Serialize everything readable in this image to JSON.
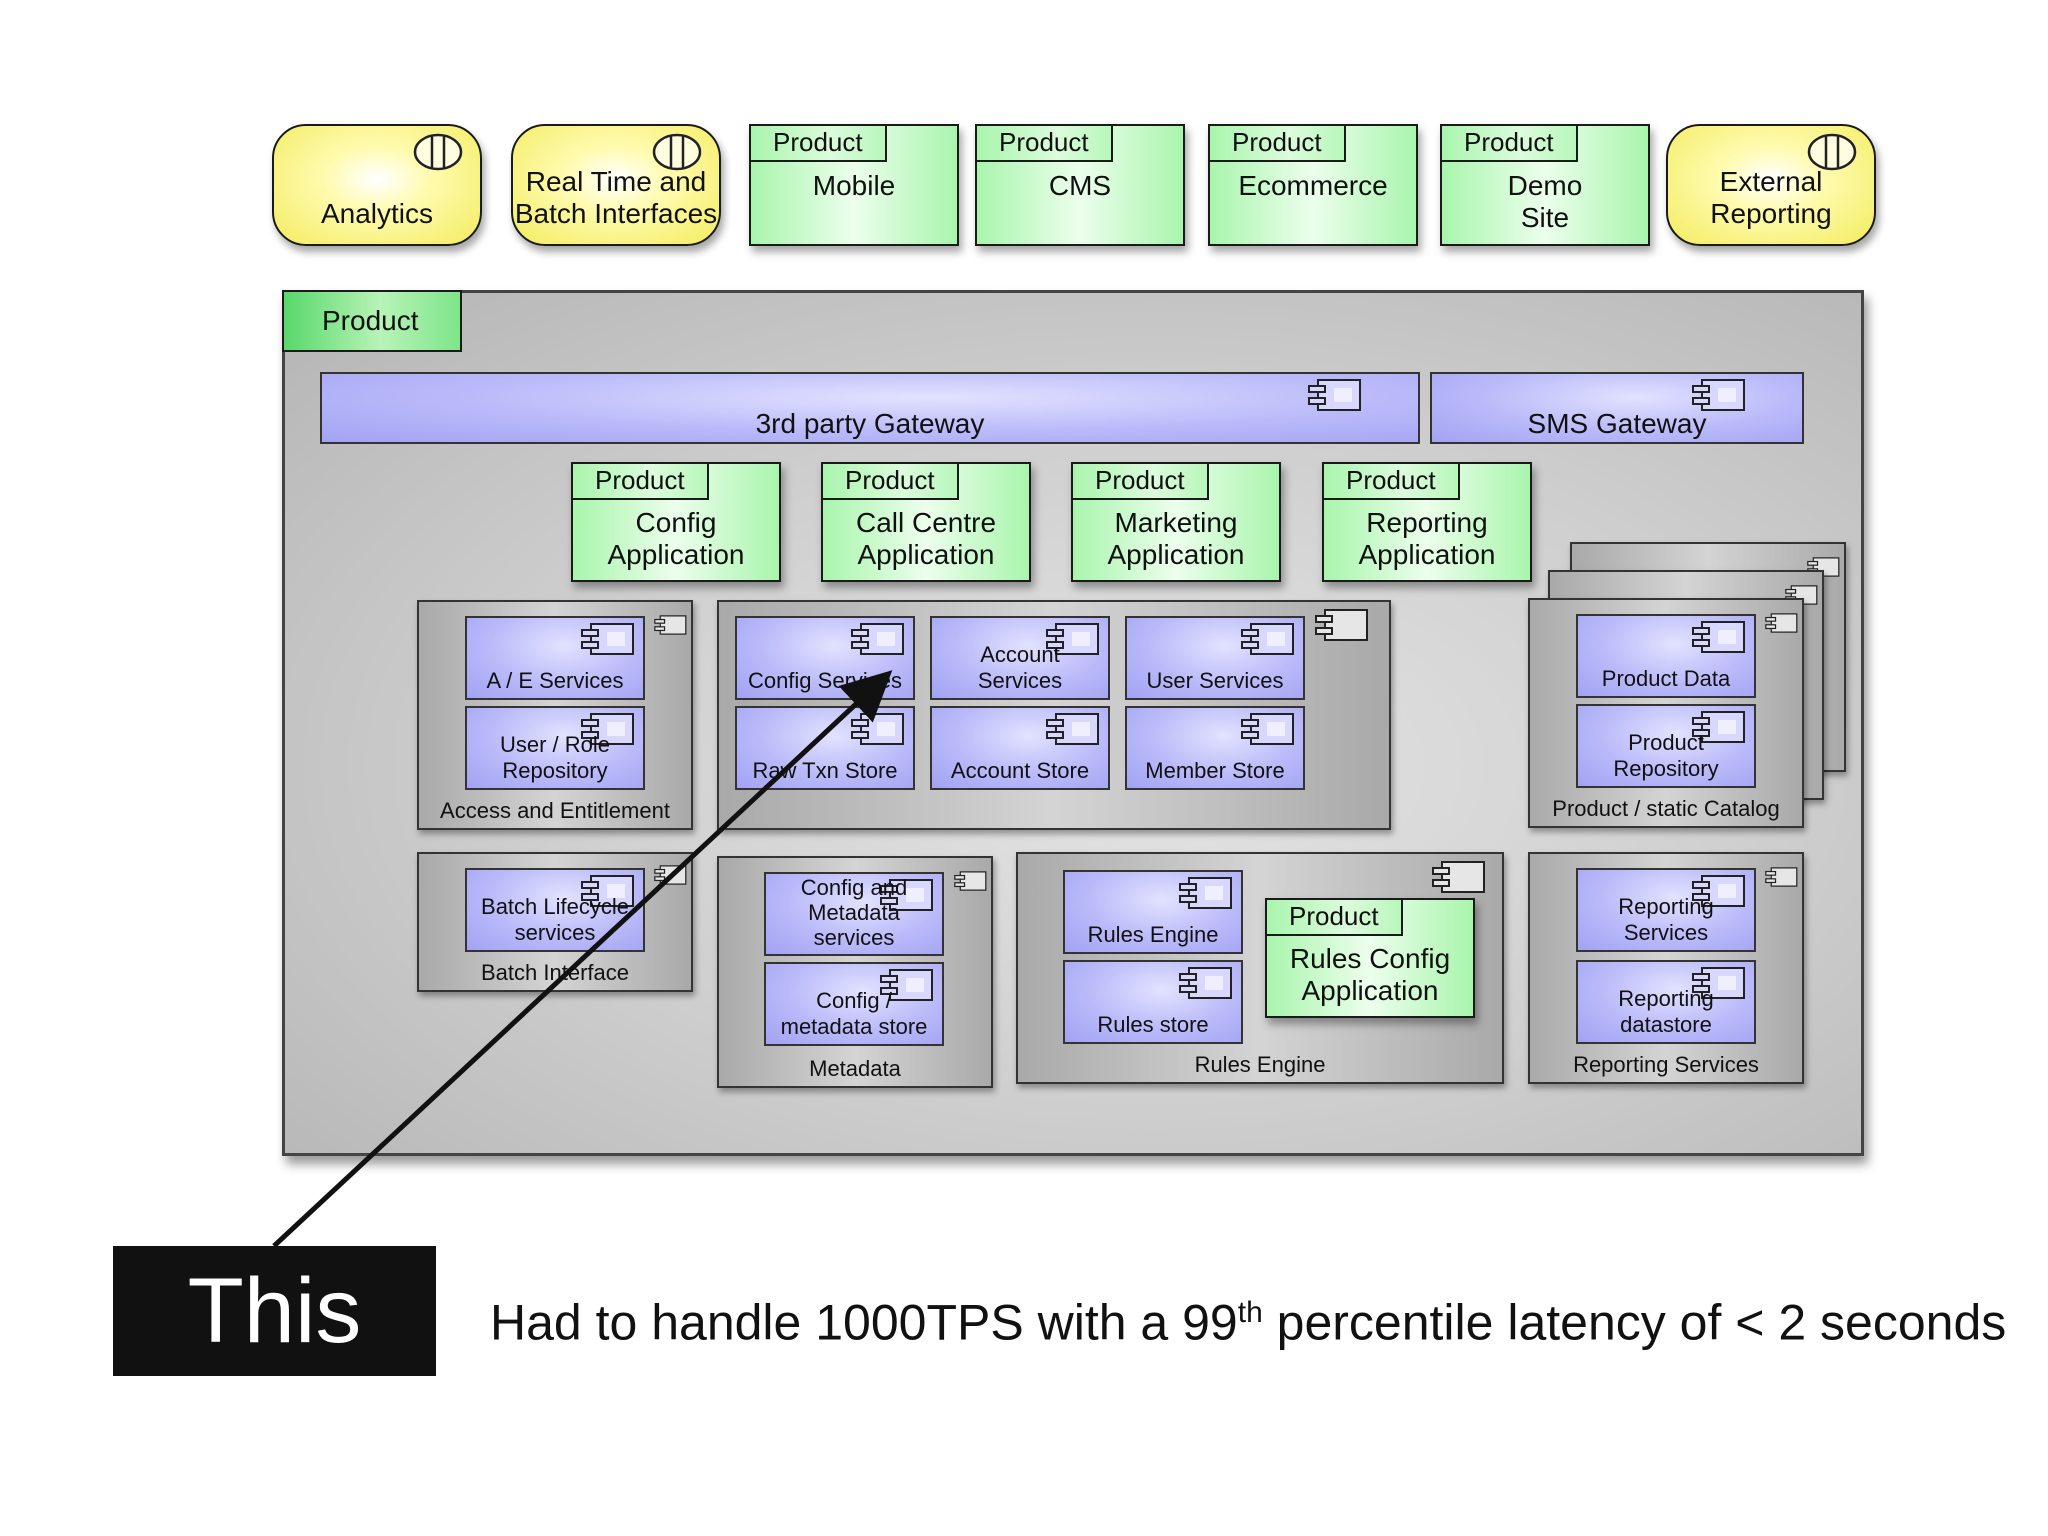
{
  "external_systems": {
    "analytics": "Analytics",
    "realtime_1": "Real Time and",
    "realtime_2": "Batch Interfaces",
    "reporting_1": "External",
    "reporting_2": "Reporting"
  },
  "top_packages": [
    {
      "tab": "Product",
      "lines": [
        "Mobile"
      ]
    },
    {
      "tab": "Product",
      "lines": [
        "CMS"
      ]
    },
    {
      "tab": "Product",
      "lines": [
        "Ecommerce"
      ]
    },
    {
      "tab": "Product",
      "lines": [
        "Demo",
        "Site"
      ]
    }
  ],
  "main_container": {
    "tab": "Product"
  },
  "gateways": {
    "third_party": "3rd party Gateway",
    "sms": "SMS Gateway"
  },
  "apps": [
    {
      "tab": "Product",
      "lines": [
        "Config",
        "Application"
      ]
    },
    {
      "tab": "Product",
      "lines": [
        "Call Centre",
        "Application"
      ]
    },
    {
      "tab": "Product",
      "lines": [
        "Marketing",
        "Application"
      ]
    },
    {
      "tab": "Product",
      "lines": [
        "Reporting",
        "Application"
      ]
    }
  ],
  "access": {
    "label": "Access and Entitlement",
    "ae_services": "A / E Services",
    "user_role_1": "User / Role",
    "user_role_2": "Repository"
  },
  "core": {
    "config_services": "Config Services",
    "account_services_1": "Account",
    "account_services_2": "Services",
    "user_services": "User Services",
    "raw_txn_store": "Raw Txn Store",
    "account_store": "Account Store",
    "member_store": "Member Store"
  },
  "catalog": {
    "label": "Product / static Catalog",
    "product_data": "Product Data",
    "product_repo_1": "Product",
    "product_repo_2": "Repository"
  },
  "batch": {
    "label": "Batch Interface",
    "lifecycle_1": "Batch Lifecycle",
    "lifecycle_2": "services"
  },
  "metadata": {
    "label": "Metadata",
    "svc_1": "Config and",
    "svc_2": "Metadata",
    "svc_3": "services",
    "store_1": "Config /",
    "store_2": "metadata store"
  },
  "rules": {
    "label": "Rules Engine",
    "engine": "Rules Engine",
    "store": "Rules store",
    "app_tab": "Product",
    "app_1": "Rules Config",
    "app_2": "Application"
  },
  "reporting": {
    "label": "Reporting Services",
    "svc_1": "Reporting",
    "svc_2": "Services",
    "store_1": "Reporting",
    "store_2": "datastore"
  },
  "annotation": {
    "this": "This",
    "caption_pre": "Had to handle 1000TPS with a 99",
    "caption_sup": "th",
    "caption_post": " percentile latency of < 2 seconds"
  }
}
